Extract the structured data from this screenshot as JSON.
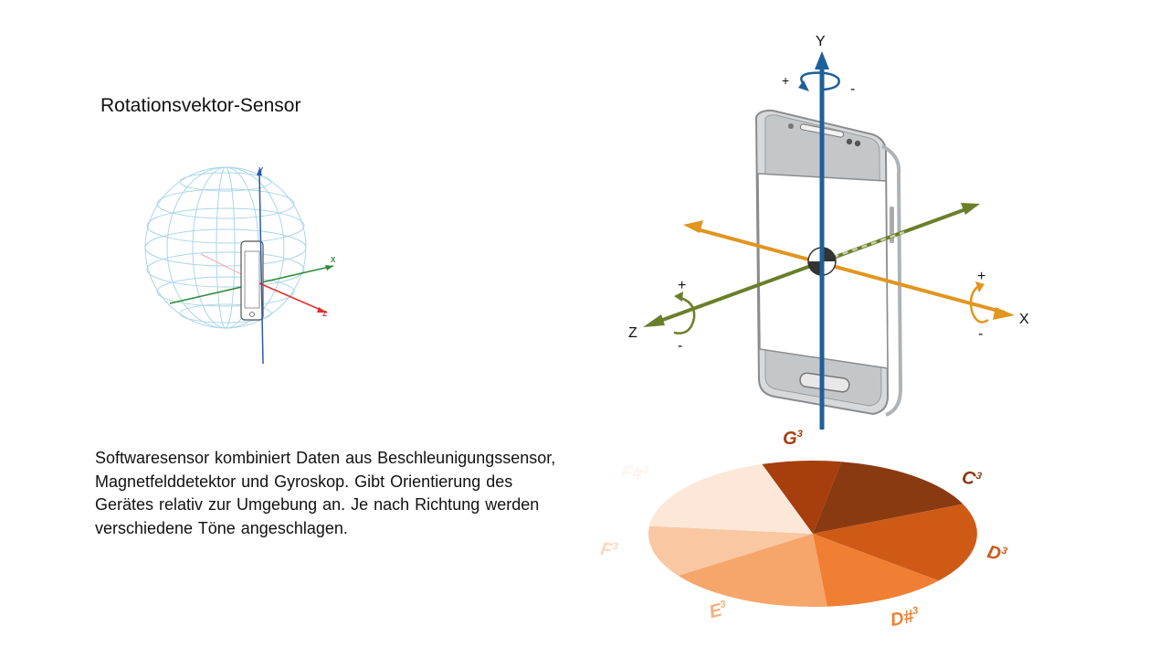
{
  "title": "Rotationsvektor-Sensor",
  "description": "Softwaresensor kombiniert Daten aus Beschleunigungssensor, Magnetfelddetektor und Gyroskop. Gibt Orientierung des Gerätes relativ zur Umgebung an. Je nach Richtung werden verschiedene Töne angeschlagen.",
  "sphere_diagram": {
    "axis_labels": {
      "y": "Y",
      "x": "X",
      "z": "Z"
    },
    "colors": {
      "sphere": "#a9d6e8",
      "y_axis": "#2a5aa8",
      "x_axis": "#2f8a3a",
      "z_axis": "#e03030"
    }
  },
  "phone_diagram": {
    "axis_labels": {
      "y": "Y",
      "x": "X",
      "z": "Z"
    },
    "rotation_signs": {
      "plus": "+",
      "minus": "-"
    },
    "colors": {
      "y_axis": "#1f5f9a",
      "x_axis": "#e2951f",
      "z_axis": "#6b7f2a",
      "phone_body": "#c9cccf"
    }
  },
  "tone_wheel": {
    "segments": [
      {
        "note": "G",
        "octave": "3",
        "color": "#a63e0d"
      },
      {
        "note": "C",
        "octave": "3",
        "color": "#8a3a10"
      },
      {
        "note": "D",
        "octave": "3",
        "color": "#cf5a16"
      },
      {
        "note": "D#",
        "octave": "3",
        "color": "#f07f33"
      },
      {
        "note": "E",
        "octave": "3",
        "color": "#f6a66b"
      },
      {
        "note": "F",
        "octave": "3",
        "color": "#f9c7a2"
      },
      {
        "note": "F#",
        "octave": "3",
        "color": "#fce7d8"
      }
    ]
  }
}
